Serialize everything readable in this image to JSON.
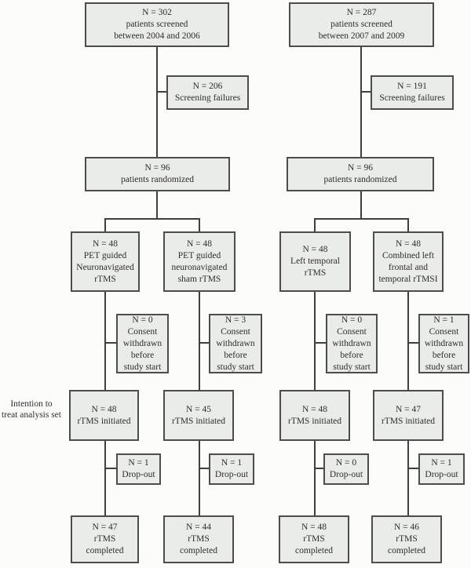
{
  "diagram": {
    "colors": {
      "background": "#fcfcfb",
      "box_fill": "#e9ece7",
      "box_border": "#4d4d4d",
      "connector_line": "#3f3f3f",
      "text": "#2e2e2e"
    },
    "side_label": {
      "line1": "Intention to",
      "line2": "treat analysis set"
    },
    "left_study": {
      "screened": [
        "N = 302",
        "patients screened",
        "between 2004 and 2006"
      ],
      "screening_failures": [
        "N = 206",
        "Screening failures"
      ],
      "randomized": [
        "N = 96",
        "patients randomized"
      ],
      "arm_active": [
        "N = 48",
        "PET guided",
        "Neuronavigated",
        "rTMS"
      ],
      "arm_sham": [
        "N = 48",
        "PET guided",
        "neuronavigated",
        "sham rTMS"
      ],
      "consent_active": [
        "N = 0",
        "Consent",
        "withdrawn",
        "before",
        "study start"
      ],
      "consent_sham": [
        "N = 3",
        "Consent",
        "withdrawn",
        "before",
        "study start"
      ],
      "initiated_active": [
        "N = 48",
        "rTMS initiated"
      ],
      "initiated_sham": [
        "N = 45",
        "rTMS initiated"
      ],
      "dropout_active": [
        "N = 1",
        "Drop-out"
      ],
      "dropout_sham": [
        "N = 1",
        "Drop-out"
      ],
      "completed_active": [
        "N = 47",
        "rTMS",
        "completed"
      ],
      "completed_sham": [
        "N = 44",
        "rTMS",
        "completed"
      ]
    },
    "right_study": {
      "screened": [
        "N = 287",
        "patients screened",
        "between 2007 and 2009"
      ],
      "screening_failures": [
        "N = 191",
        "Screening failures"
      ],
      "randomized": [
        "N = 96",
        "patients randomized"
      ],
      "arm_temporal": [
        "N = 48",
        "Left temporal",
        "rTMS"
      ],
      "arm_combined": [
        "N = 48",
        "Combined left",
        "frontal and",
        "temporal rTMSI"
      ],
      "consent_temporal": [
        "N = 0",
        "Consent",
        "withdrawn",
        "before",
        "study start"
      ],
      "consent_combined": [
        "N = 1",
        "Consent",
        "withdrawn",
        "before",
        "study start"
      ],
      "initiated_temporal": [
        "N = 48",
        "rTMS initiated"
      ],
      "initiated_combined": [
        "N = 47",
        "rTMS initiated"
      ],
      "dropout_temporal": [
        "N = 0",
        "Drop-out"
      ],
      "dropout_combined": [
        "N = 1",
        "Drop-out"
      ],
      "completed_temporal": [
        "N = 48",
        "rTMS",
        "completed"
      ],
      "completed_combined": [
        "N = 46",
        "rTMS",
        "completed"
      ]
    }
  }
}
